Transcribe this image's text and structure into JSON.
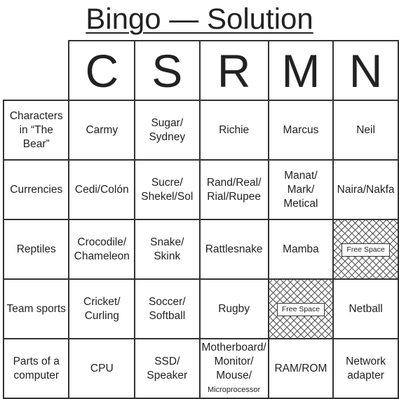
{
  "title": "Bingo — Solution",
  "columns": [
    "C",
    "S",
    "R",
    "M",
    "N"
  ],
  "rows": [
    {
      "category": "Characters in “The Bear”",
      "cells": [
        "Carmy",
        "Sugar/ Sydney",
        "Richie",
        "Marcus",
        "Neil"
      ]
    },
    {
      "category": "Currencies",
      "cells": [
        "Cedi/Colón",
        "Sucre/ Shekel/Sol",
        "Rand/Real/ Rial/Rupee",
        "Manat/ Mark/ Metical",
        "Naira/Nakfa"
      ]
    },
    {
      "category": "Reptiles",
      "cells": [
        "Crocodile/ Chameleon",
        "Snake/ Skink",
        "Rattlesnake",
        "Mamba",
        "Free Space"
      ]
    },
    {
      "category": "Team sports",
      "cells": [
        "Cricket/ Curling",
        "Soccer/ Softball",
        "Rugby",
        "Free Space",
        "Netball"
      ]
    },
    {
      "category": "Parts of a computer",
      "cells": [
        "CPU",
        "SSD/ Speaker",
        "Motherboard/ Monitor/ Mouse/",
        "RAM/ROM",
        "Network adapter"
      ],
      "extra": "Microprocessor"
    }
  ]
}
